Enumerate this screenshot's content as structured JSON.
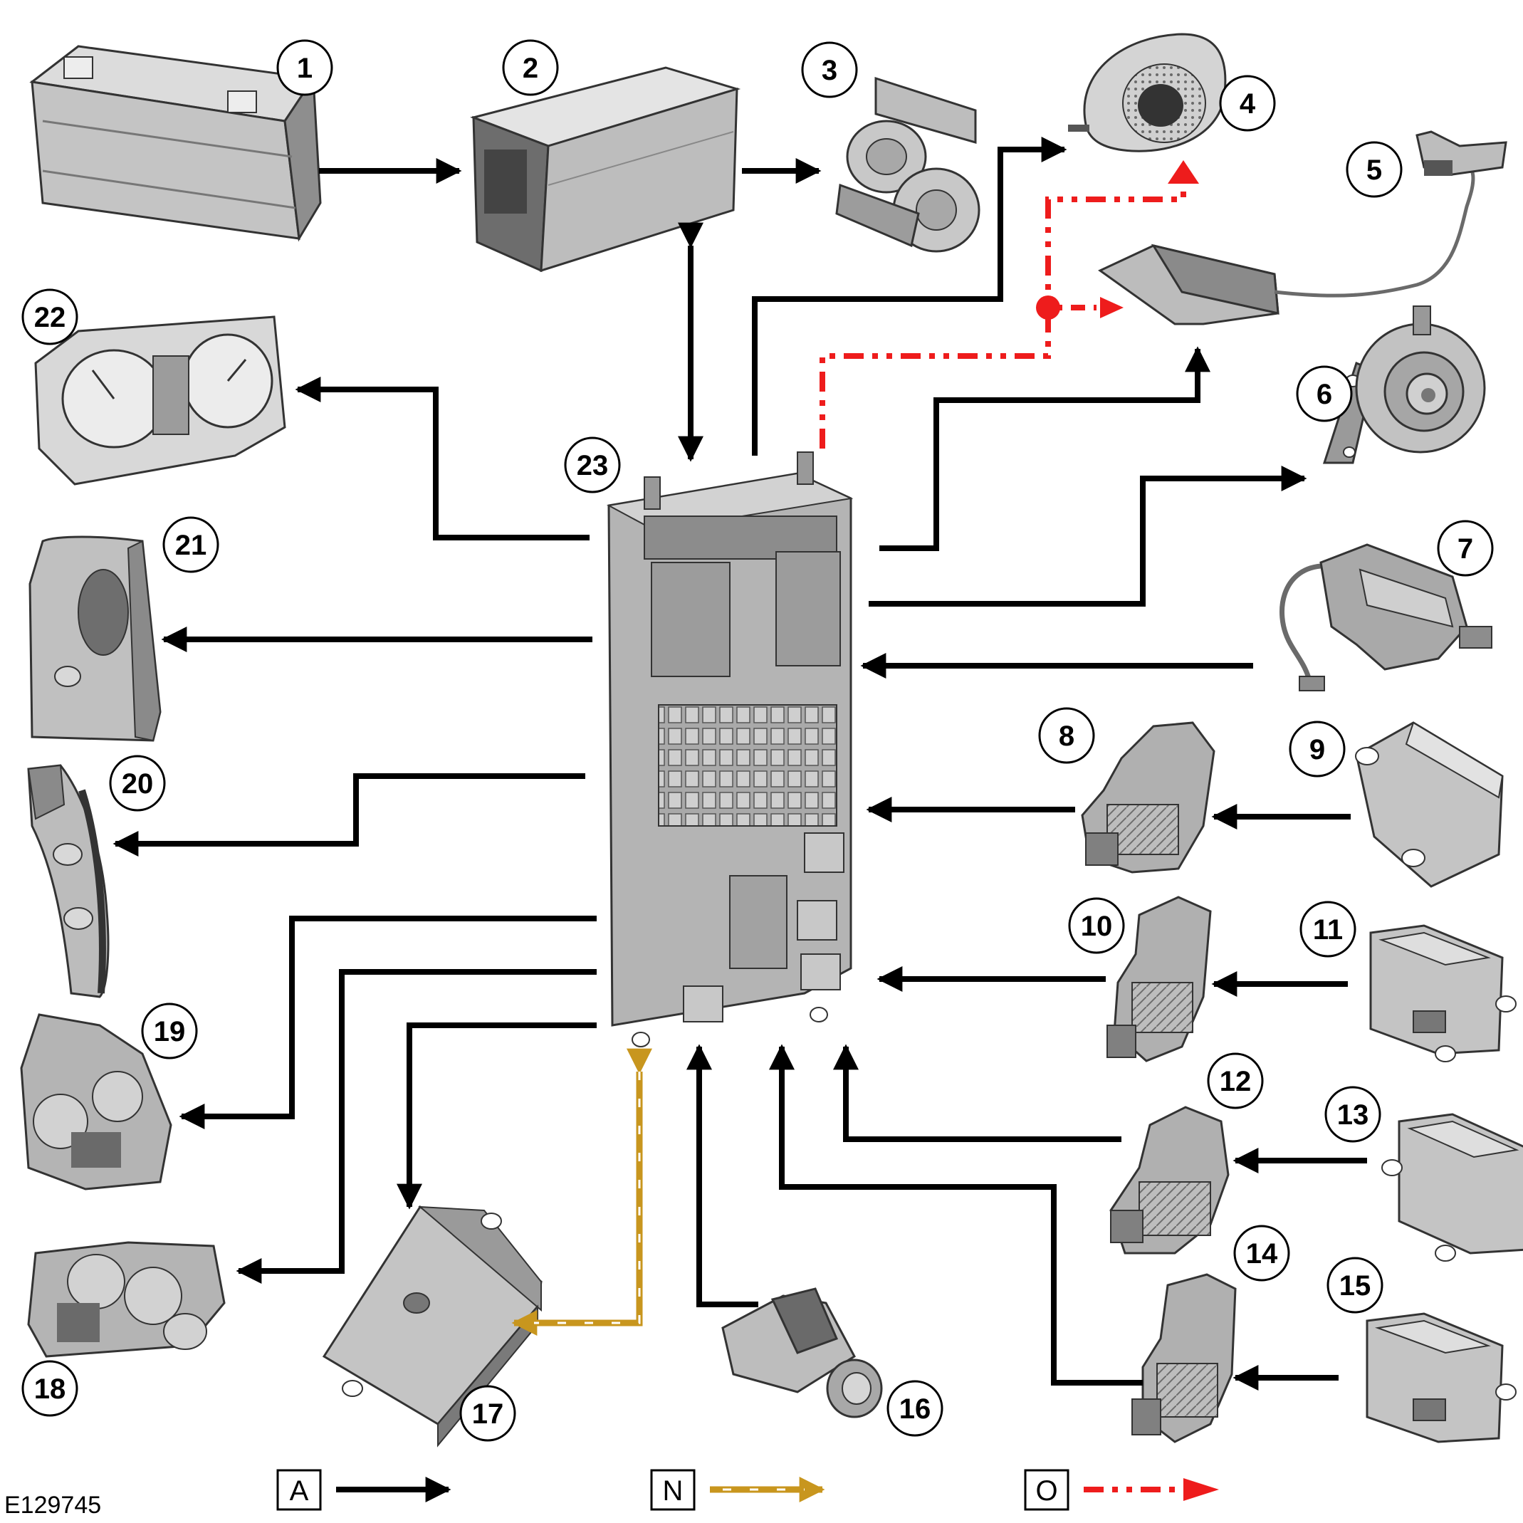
{
  "figure_id": "E129745",
  "callouts": [
    "1",
    "2",
    "3",
    "4",
    "5",
    "6",
    "7",
    "8",
    "9",
    "10",
    "11",
    "12",
    "13",
    "14",
    "15",
    "16",
    "17",
    "18",
    "19",
    "20",
    "21",
    "22",
    "23"
  ],
  "legend": [
    {
      "key": "A",
      "color": "#000000",
      "style": "solid"
    },
    {
      "key": "N",
      "color": "#c8961e",
      "style": "striped"
    },
    {
      "key": "O",
      "color": "#ee1c1c",
      "style": "dash-dot-dot"
    }
  ],
  "colors": {
    "line_black": "#000000",
    "line_gold": "#c8961e",
    "line_red": "#ee1c1c",
    "component_fill": "#b9b9b9",
    "component_dark": "#6e6e6e",
    "component_light": "#dcdcdc"
  }
}
